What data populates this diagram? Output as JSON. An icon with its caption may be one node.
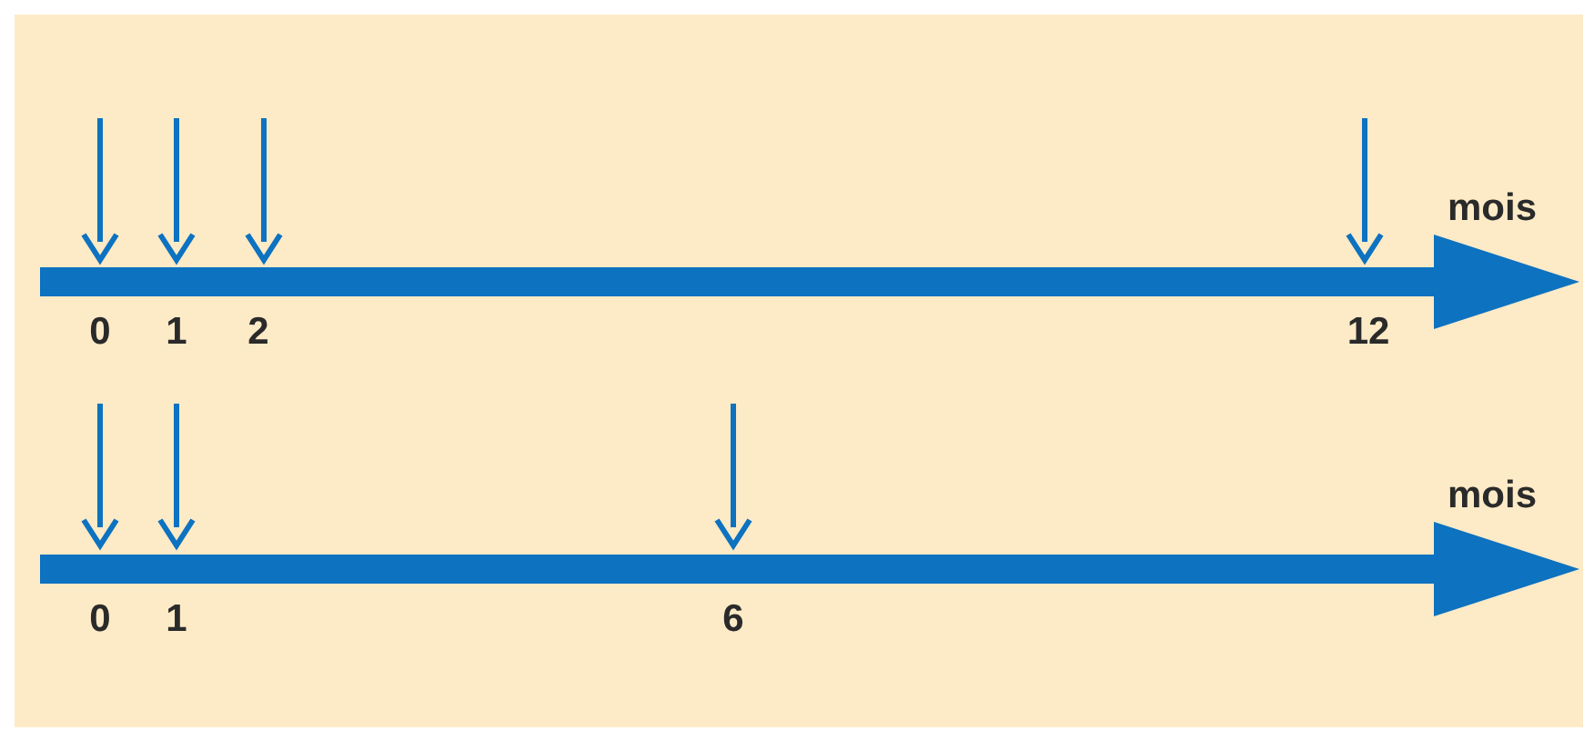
{
  "diagram": {
    "labels": [
      "mois",
      "0",
      "1",
      "2",
      "12",
      "mois",
      "0",
      "1",
      "6"
    ]
  }
}
